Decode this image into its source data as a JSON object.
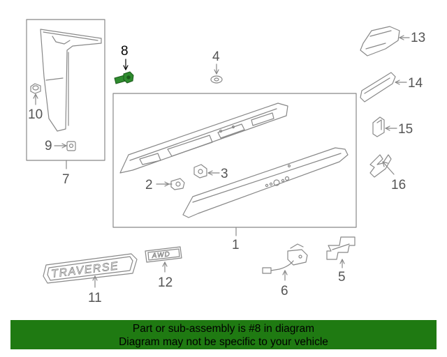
{
  "callouts": {
    "c1": "1",
    "c2": "2",
    "c3": "3",
    "c4": "4",
    "c5": "5",
    "c6": "6",
    "c7": "7",
    "c8": "8",
    "c9": "9",
    "c10": "10",
    "c11": "11",
    "c12": "12",
    "c13": "13",
    "c14": "14",
    "c15": "15",
    "c16": "16"
  },
  "emblems": {
    "traverse": "TRAVERSE",
    "awd": "AWD"
  },
  "highlighted_part": "8",
  "colors": {
    "line": "#888888",
    "highlight_part": "#2e8b2e",
    "banner": "#1f7a12"
  },
  "banner": {
    "line1": "Part or sub-assembly is #8 in diagram",
    "line2": "Diagram may not be specific to your vehicle"
  }
}
